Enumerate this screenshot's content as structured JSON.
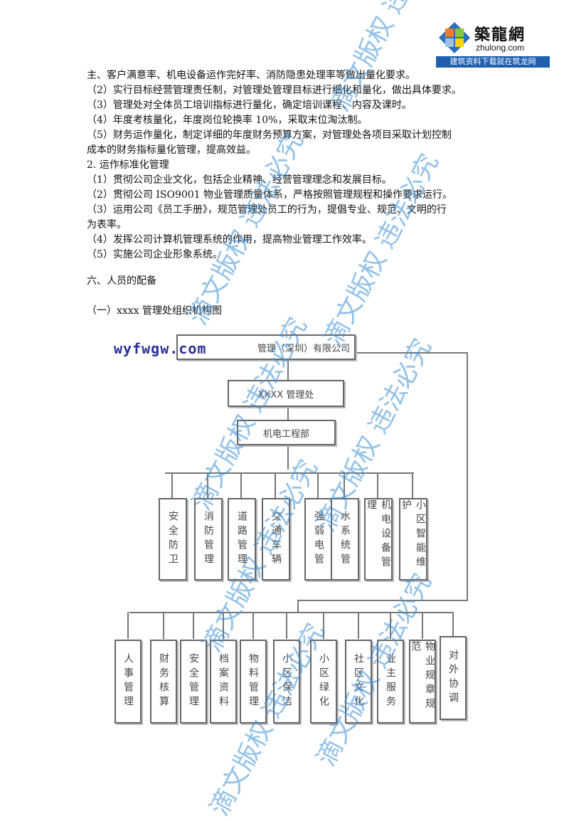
{
  "logo": {
    "name_cn": "築龍網",
    "domain": "zhulong.com",
    "slogan": "建筑资料下载就在筑龙网"
  },
  "body_lines": [
    "主、客户满意率、机电设备运作完好率、消防隐患处理率等做出量化要求。",
    "（2）实行目标经营管理责任制，对管理处管理目标进行细化和量化，做出具体要求。",
    "（3）管理处对全体员工培训指标进行量化，确定培训课程、内容及课时。",
    "（4）年度考核量化，年度岗位轮换率 10%，采取末位淘汰制。",
    "（5）财务运作量化，制定详细的年度财务预算方案，对管理处各项目采取计划控制",
    "成本的财务指标量化管理，提高效益。",
    "2.  运作标准化管理",
    "（1）贯彻公司企业文化，包括企业精神、经营管理理念和发展目标。",
    "（2）贯彻公司 ISO9001 物业管理质量体系，严格按照管理规程和操作要求运行。",
    "（3）运用公司《员工手册》，规范管理处员工的行为，提倡专业、规范、文明的行",
    "为表率。",
    "（4）发挥公司计算机管理系统的作用，提高物业管理工作效率。",
    "（5）实施公司企业形象系统。"
  ],
  "section_title": "六、人员的配备",
  "subsection_title": "（一）xxxx 管理处组织机构图",
  "org_chart": {
    "site_label": "wyfwgw.com",
    "top": "管理（深圳）有限公司",
    "level2": "XXXX 管理处",
    "level3": "机电工程部",
    "middle_units": [
      "安全防卫",
      "消防管理",
      "道路管理",
      "交通车辆",
      "强弱电管",
      "水系统管",
      "机电设备管理",
      "小区智能维护"
    ],
    "bottom_units": [
      "人事管理",
      "财务核算",
      "安全管理",
      "档案资料",
      "物料管理",
      "小区保洁",
      "小区绿化",
      "社区文化",
      "业主服务",
      "物业规章规范",
      "对外协调"
    ]
  },
  "watermark": "滴文版权 违法必究",
  "colors": {
    "watermark": "#3a8fd6",
    "logo_bar": "#1f5fae",
    "site_label": "#2b2f9c"
  }
}
